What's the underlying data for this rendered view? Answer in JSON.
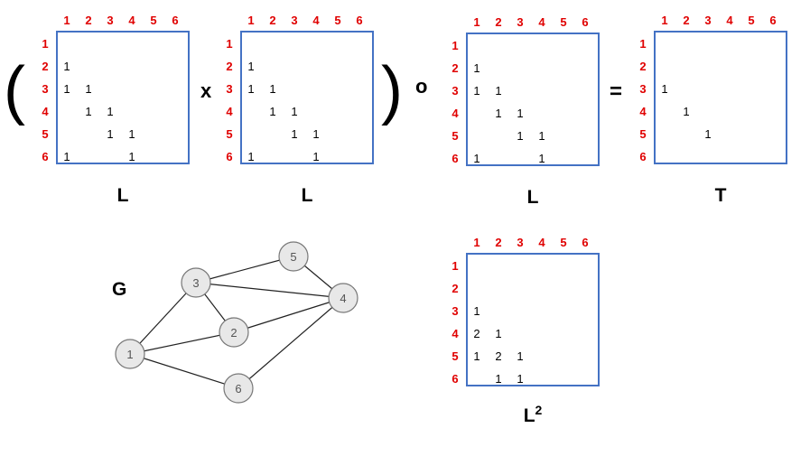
{
  "colors": {
    "header": "#e00000",
    "border": "#4472c4",
    "node_fill": "#e8e8e8",
    "node_stroke": "#777777"
  },
  "operators": {
    "open_paren": "(",
    "times": "x",
    "close_paren": ")",
    "hadamard": "o",
    "equals": "="
  },
  "headers": [
    "1",
    "2",
    "3",
    "4",
    "5",
    "6"
  ],
  "matrices": [
    {
      "id": "L1",
      "label": "L",
      "sup": "",
      "cells": [
        [
          2,
          1,
          "1"
        ],
        [
          3,
          1,
          "1"
        ],
        [
          3,
          2,
          "1"
        ],
        [
          4,
          2,
          "1"
        ],
        [
          4,
          3,
          "1"
        ],
        [
          5,
          3,
          "1"
        ],
        [
          5,
          4,
          "1"
        ],
        [
          6,
          1,
          "1"
        ],
        [
          6,
          4,
          "1"
        ]
      ]
    },
    {
      "id": "L2",
      "label": "L",
      "sup": "",
      "cells": [
        [
          2,
          1,
          "1"
        ],
        [
          3,
          1,
          "1"
        ],
        [
          3,
          2,
          "1"
        ],
        [
          4,
          2,
          "1"
        ],
        [
          4,
          3,
          "1"
        ],
        [
          5,
          3,
          "1"
        ],
        [
          5,
          4,
          "1"
        ],
        [
          6,
          1,
          "1"
        ],
        [
          6,
          4,
          "1"
        ]
      ]
    },
    {
      "id": "L3",
      "label": "L",
      "sup": "",
      "cells": [
        [
          2,
          1,
          "1"
        ],
        [
          3,
          1,
          "1"
        ],
        [
          3,
          2,
          "1"
        ],
        [
          4,
          2,
          "1"
        ],
        [
          4,
          3,
          "1"
        ],
        [
          5,
          3,
          "1"
        ],
        [
          5,
          4,
          "1"
        ],
        [
          6,
          1,
          "1"
        ],
        [
          6,
          4,
          "1"
        ]
      ]
    },
    {
      "id": "T",
      "label": "T",
      "sup": "",
      "cells": [
        [
          3,
          1,
          "1"
        ],
        [
          4,
          2,
          "1"
        ],
        [
          5,
          3,
          "1"
        ]
      ]
    },
    {
      "id": "Lsq",
      "label": "L",
      "sup": "2",
      "cells": [
        [
          3,
          1,
          "1"
        ],
        [
          4,
          1,
          "2"
        ],
        [
          4,
          2,
          "1"
        ],
        [
          5,
          1,
          "1"
        ],
        [
          5,
          2,
          "2"
        ],
        [
          5,
          3,
          "1"
        ],
        [
          6,
          2,
          "1"
        ],
        [
          6,
          3,
          "1"
        ]
      ]
    }
  ],
  "graph": {
    "label": "G",
    "nodes": [
      {
        "id": "1",
        "label": "1"
      },
      {
        "id": "2",
        "label": "2"
      },
      {
        "id": "3",
        "label": "3"
      },
      {
        "id": "4",
        "label": "4"
      },
      {
        "id": "5",
        "label": "5"
      },
      {
        "id": "6",
        "label": "6"
      }
    ],
    "edges": [
      [
        "1",
        "3"
      ],
      [
        "1",
        "2"
      ],
      [
        "1",
        "6"
      ],
      [
        "3",
        "2"
      ],
      [
        "3",
        "5"
      ],
      [
        "3",
        "4"
      ],
      [
        "2",
        "4"
      ],
      [
        "5",
        "4"
      ],
      [
        "6",
        "4"
      ]
    ]
  }
}
